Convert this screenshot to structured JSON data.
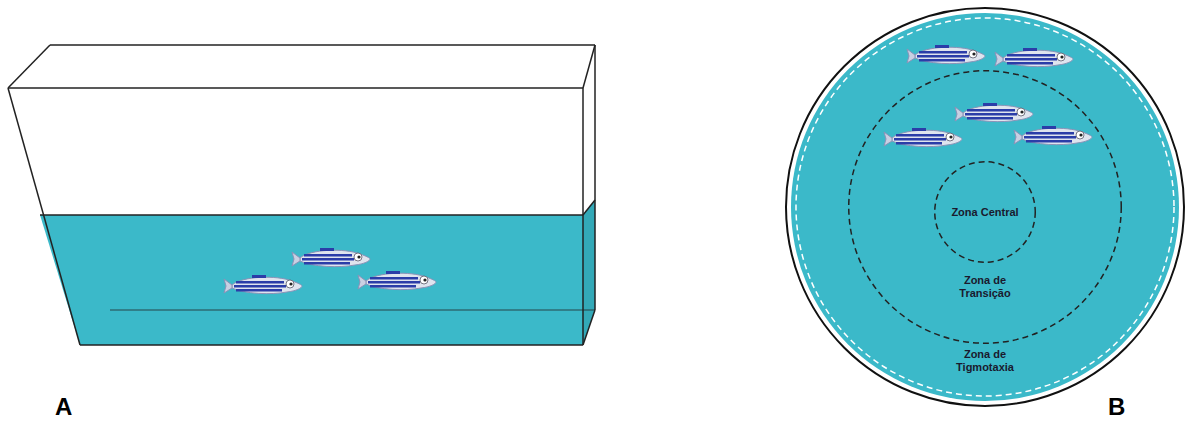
{
  "diagram": {
    "nodes": [
      {
        "text": [
          "Zona de Tigmotaxia"
        ]
      },
      {
        "text": [
          "Zona de Transição"
        ],
        "in": 0
      },
      {
        "text": [
          "Zona Central"
        ],
        "in": 1
      }
    ],
    "labels": [
      "A",
      "B"
    ]
  }
}
